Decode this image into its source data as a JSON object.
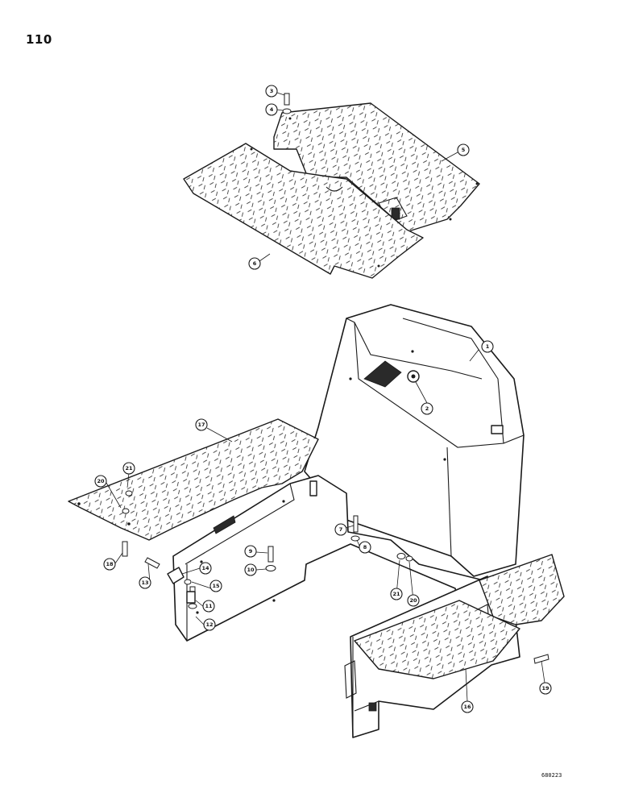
{
  "page": {
    "number": "110",
    "drawing_id": "680223"
  },
  "callouts": [
    "1",
    "2",
    "3",
    "4",
    "5",
    "6",
    "7",
    "8",
    "9",
    "10",
    "11",
    "12",
    "13",
    "14",
    "15",
    "16",
    "17",
    "18",
    "19",
    "20",
    "21",
    "20",
    "21"
  ],
  "icons": {
    "pattern": "diamond-tread-pattern"
  }
}
